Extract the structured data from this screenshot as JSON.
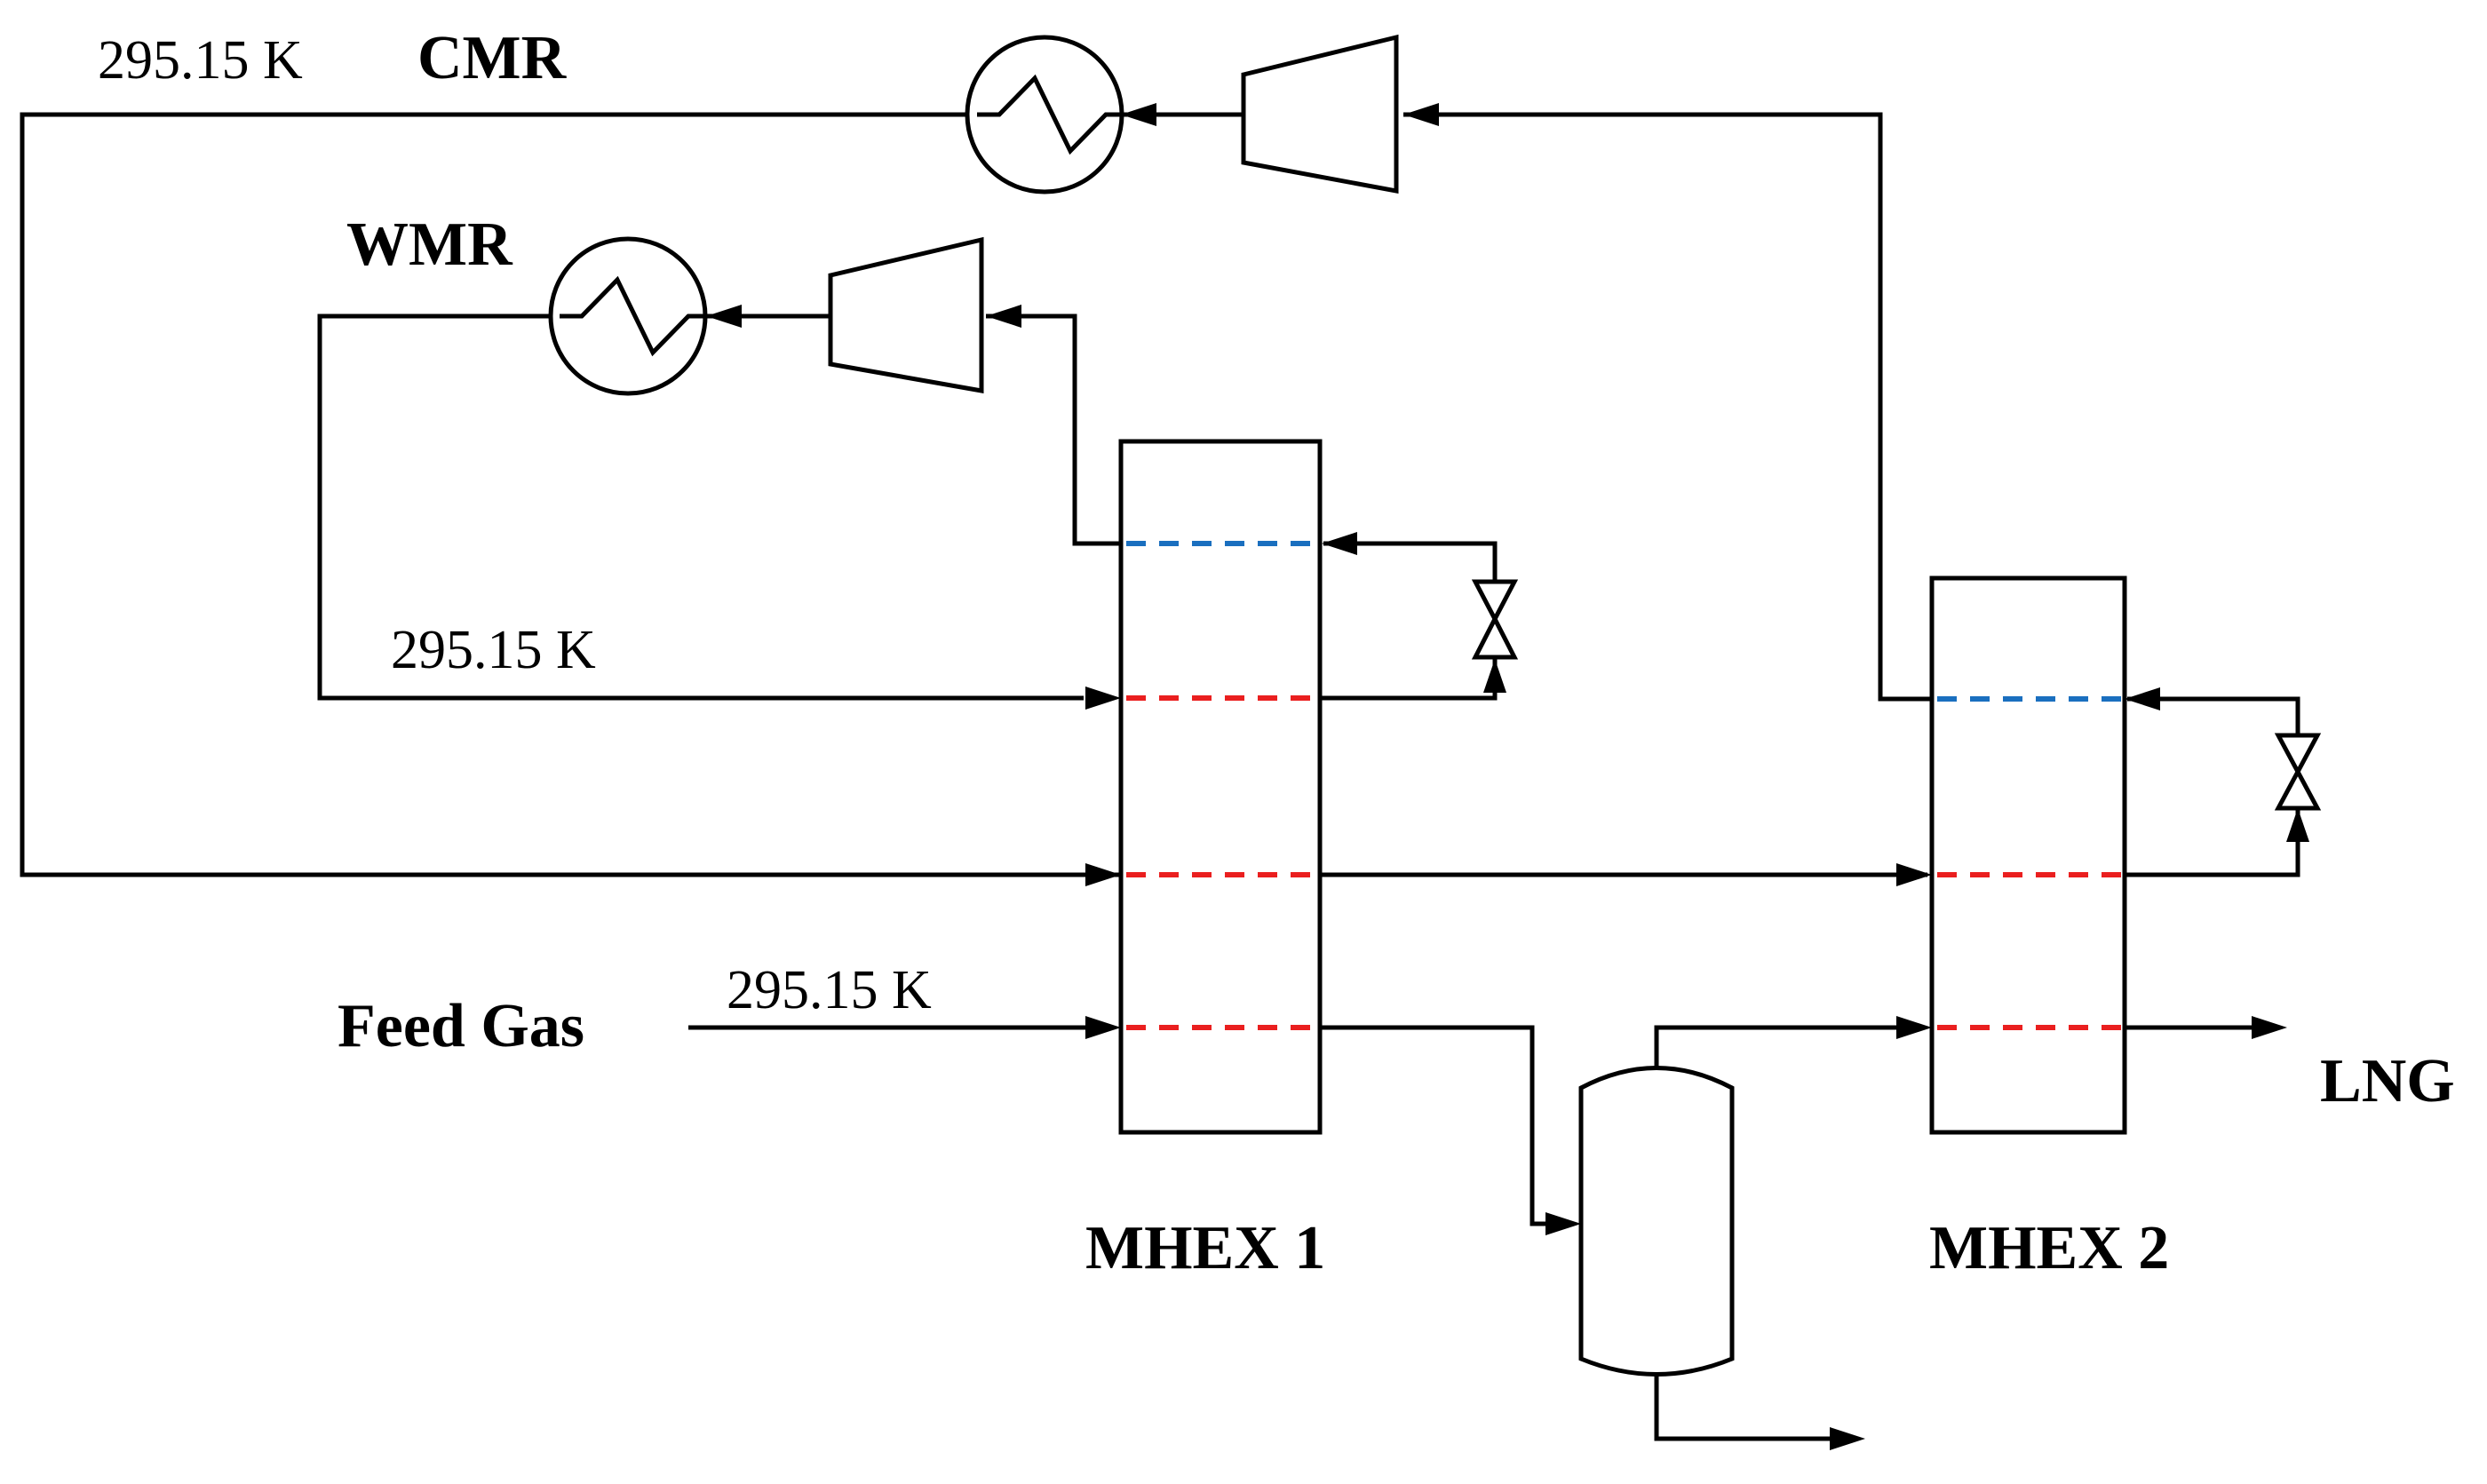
{
  "labels": {
    "cmr_temp": "295.15 K",
    "cmr": "CMR",
    "wmr": "WMR",
    "wmr_temp": "295.15 K",
    "feed_temp": "295.15 K",
    "feed_gas": "Feed Gas",
    "lng": "LNG",
    "mhex1": "MHEX 1",
    "mhex2": "MHEX 2"
  },
  "colors": {
    "hot_stream": "#ea1f1f",
    "cold_stream": "#1a6fbf",
    "line": "#000000"
  },
  "icons": {
    "cooler": "heat-exchanger-circle-zigzag-icon",
    "compressor": "compressor-trapezoid-icon",
    "valve": "bowtie-valve-icon",
    "separator": "flash-drum-icon"
  }
}
